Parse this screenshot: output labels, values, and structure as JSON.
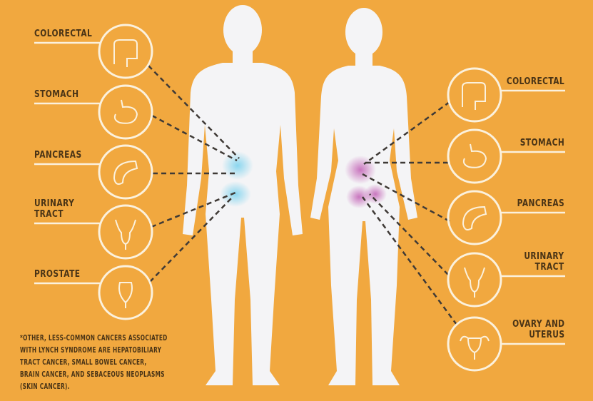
{
  "left_labels": [
    {
      "text": "COLORECTAL",
      "icon": "colon-icon"
    },
    {
      "text": "STOMACH",
      "icon": "stomach-icon"
    },
    {
      "text": "PANCREAS",
      "icon": "pancreas-icon"
    },
    {
      "text": "URINARY\nTRACT",
      "line1": "URINARY",
      "line2": "TRACT",
      "icon": "urinary-tract-icon"
    },
    {
      "text": "PROSTATE",
      "icon": "prostate-icon"
    }
  ],
  "right_labels": [
    {
      "text": "COLORECTAL",
      "icon": "colon-icon"
    },
    {
      "text": "STOMACH",
      "icon": "stomach-icon"
    },
    {
      "text": "PANCREAS",
      "icon": "pancreas-icon"
    },
    {
      "line1": "URINARY",
      "line2": "TRACT",
      "icon": "urinary-tract-icon"
    },
    {
      "line1": "OVARY AND",
      "line2": "UTERUS",
      "icon": "uterus-icon"
    }
  ],
  "footnote": [
    "*OTHER, LESS-COMMON CANCERS ASSOCIATED",
    "WITH LYNCH SYNDROME ARE HEPATOBILIARY",
    "TRACT CANCER, SMALL BOWEL CANCER,",
    "BRAIN CANCER, AND SEBACEOUS NEOPLASMS",
    "(SKIN CANCER)."
  ],
  "colors": {
    "background": "#f1a83f",
    "text": "#4a3416",
    "body": "#f4f4f6",
    "male_glow": "#7fd3ee",
    "female_glow": "#c467b8"
  }
}
